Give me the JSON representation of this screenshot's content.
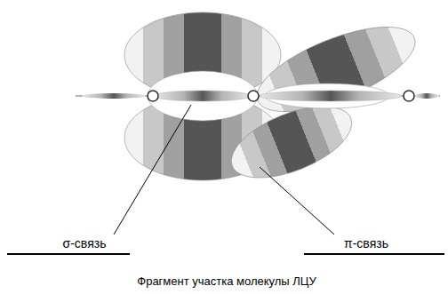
{
  "diagram": {
    "caption": "Фрагмент участка молекулы ЛЦУ",
    "labels": [
      "σ-связь",
      "π-связь"
    ]
  }
}
